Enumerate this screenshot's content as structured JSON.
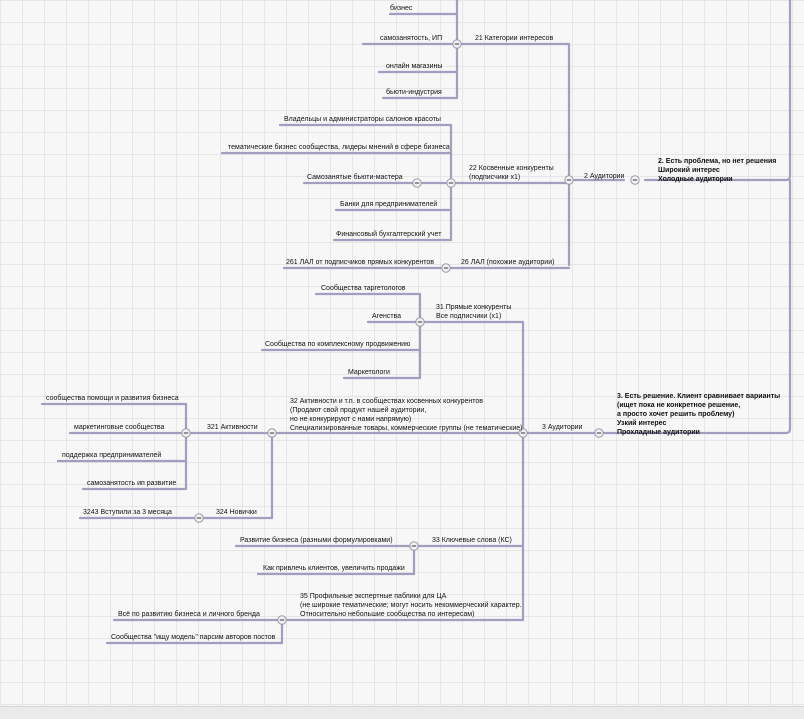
{
  "nodes": {
    "biznes": "бизнес",
    "samozanyatost_ip": "самозанятость, ИП",
    "onlain_magaziny": "онлайн магазины",
    "byuti_industriya": "бьюти-индустрия",
    "kategorii_21": "21 Категории интересов",
    "vladeltsy": "Владельцы и администраторы салонов красоты",
    "tematicheskie": "тематические бизнес сообщества, лидеры мнений в сфере бизнеса",
    "samozanyatye_mastera": "Самозанятые бьюти-мастера",
    "banki": "Банки для предпринимателей",
    "finansovy_uchet": "Финансовый бухгалтерский учет",
    "kosvennye_22": [
      "22 Косвенные конкуренты",
      "(подписчики х1)"
    ],
    "lal_261": "261 ЛАЛ от подписчиков прямых конкурентов",
    "lal_26": "26 ЛАЛ (похожие аудитории)",
    "auditorii_2": "2 Аудитории",
    "problema_2": [
      "2. Есть проблема, но нет решения",
      "Широкий интерес",
      "Холодные аудитории"
    ],
    "soobschestva_target": "Сообщества таргетологов",
    "agentstva": "Агенства",
    "kompleksnoe": "Сообщества по комплексному продвижению",
    "marketologi": "Маркетологи",
    "pryamye_31": [
      "31 Прямые конкуренты",
      "Все подписчики (х1)"
    ],
    "pomoschi": "сообщества помощи и развития бизнеса",
    "marketingovye": "маркетинговые сообщества",
    "podderzhka": "поддержка предпринимателей",
    "samozanyatost_razvitie": "самозанятость ип развитие",
    "aktivnosti_321": "321 Активности",
    "vstupili_3243": "3243 Вступили за 3 месяца",
    "novichki_324": "324 Новички",
    "aktivnosti_32": [
      "32 Активности и т.п. в сообществах косвенных конкурентов",
      "(Продают свой продукт нашей аудитории,",
      "но не конкурируют с нами напрямую)",
      "Специализированные товары, коммерческие группы (не тематические)"
    ],
    "auditorii_3": "3 Аудитории",
    "reshenie_3": [
      "3. Есть решение. Клиент сравнивает варианты",
      "(ищет пока не конкретное решение,",
      "а просто хочет решить проблему)",
      "Узкий интерес",
      "Прохладные аудитории"
    ],
    "razvitie_biznesa": "Развитие бизнеса (разными формулировками)",
    "kak_privlech": "Как привлечь клиентов, увеличить продажи",
    "klyuchevye_33": "33 Ключевые слова (КС)",
    "vse_po_razvitiyu": "Всё по развитию бизнеса и личного бренда",
    "ischu_model": "Сообщества \"ищу модель\" парсим авторов постов",
    "profilnye_35": [
      "35 Профильные экспертные паблики для ЦА",
      "(не широкие тематические; могут носить некоммерческий характер.",
      "Относительно небольшие сообщества по интересам)"
    ]
  },
  "colors": {
    "connector": "#a59cbf",
    "grid": "#e6e6e6",
    "background": "#f7f7f7"
  }
}
